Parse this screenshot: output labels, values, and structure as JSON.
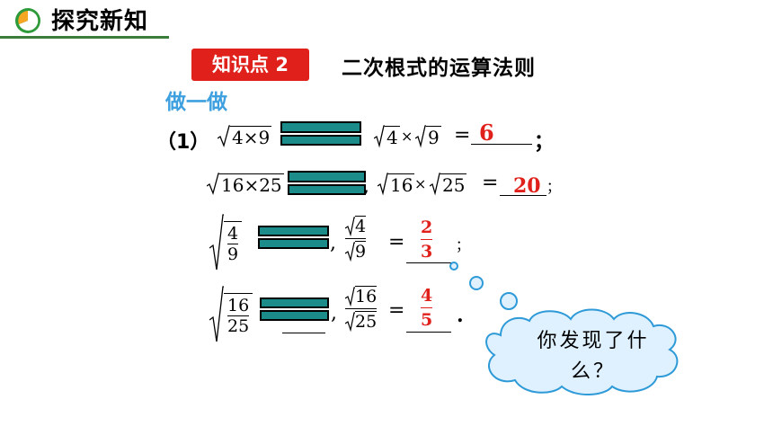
{
  "header": {
    "title": "探究新知"
  },
  "section": {
    "badge": "知识点 2",
    "title": "二次根式的运算法则"
  },
  "activity": "做一做",
  "problem": {
    "label": "（1）",
    "row1": {
      "lhs_radicand": "4×9",
      "r1": "4",
      "r2": "9",
      "op": "×",
      "eq": "=",
      "answer": "6",
      "end": "；"
    },
    "row2": {
      "lhs_radicand": "16×25",
      "r1": "16",
      "r2": "25",
      "op": "×",
      "eq": "=",
      "answer": "20",
      "end": "；",
      "comma": ","
    },
    "row3": {
      "lhs_num": "4",
      "lhs_den": "9",
      "num": "4",
      "den": "9",
      "eq": "=",
      "ans_num": "2",
      "ans_den": "3",
      "end": "；",
      "comma": ","
    },
    "row4": {
      "lhs_num": "16",
      "lhs_den": "25",
      "num": "16",
      "den": "25",
      "eq": "=",
      "ans_num": "4",
      "ans_den": "5",
      "end": ".",
      "comma": ","
    }
  },
  "bubble": {
    "line1": "你发现了什",
    "line2": "么？",
    "fill": "#dff0ff",
    "stroke": "#2e9ad7"
  },
  "colors": {
    "accent_red": "#e0201b",
    "cover_teal": "#1c8c8b",
    "header_green": "#3a7c3a",
    "activity_blue": "#3fa0df"
  }
}
